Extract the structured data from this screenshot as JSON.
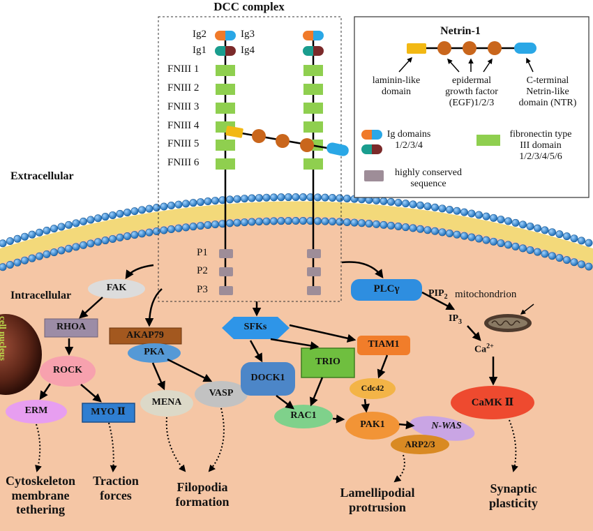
{
  "title": "DCC  complex",
  "regions": {
    "extracellular": "Extracellular",
    "intracellular": "Intracellular",
    "nucleus": "cell nucleus"
  },
  "dcc_labels": {
    "ig2": "Ig2",
    "ig3": "Ig3",
    "ig1": "Ig1",
    "ig4": "Ig4",
    "fn": [
      "FNIII 1",
      "FNIII 2",
      "FNIII 3",
      "FNIII 4",
      "FNIII 5",
      "FNIII 6"
    ],
    "p": [
      "P1",
      "P2",
      "P3"
    ]
  },
  "legend": {
    "netrin_title": "Netrin-1",
    "laminin": [
      "laminin-like",
      "domain"
    ],
    "egf": [
      "epidermal",
      "growth factor",
      "(EGF)1/2/3"
    ],
    "ntr": [
      "C-terminal",
      "Netrin-like",
      "domain (NTR)"
    ],
    "ig": [
      "Ig domains",
      "1/2/3/4"
    ],
    "fn": [
      "fibronectin type",
      "III domain",
      "1/2/3/4/5/6"
    ],
    "conserved": [
      "highly conserved",
      "sequence"
    ]
  },
  "nodes": {
    "fak": "FAK",
    "rhoa": "RHOA",
    "rock": "ROCK",
    "erm": "ERM",
    "myo": "MYO Ⅱ",
    "akap": "AKAP79",
    "pka": "PKA",
    "mena": "MENA",
    "vasp": "VASP",
    "sfks": "SFKs",
    "dock1": "DOCK1",
    "trio": "TRIO",
    "rac1": "RAC1",
    "tiam1": "TIAM1",
    "cdc42": "Cdc42",
    "pak1": "PAK1",
    "nwas": "N-WAS",
    "arp": "ARP2/3",
    "plc": "PLCγ",
    "pip2": "PIP",
    "pip2_sub": "2",
    "ip3": "IP",
    "ip3_sub": "3",
    "ca": "Ca",
    "ca_sup": "2+",
    "mito": "mitochondrion",
    "camk": "CaMK Ⅱ"
  },
  "outcomes": {
    "cyto": [
      "Cytoskeleton",
      "membrane",
      "tethering"
    ],
    "traction": [
      "Traction",
      "forces"
    ],
    "filopodia": [
      "Filopodia",
      "formation"
    ],
    "lamelli": [
      "Lamellipodial",
      "protrusion"
    ],
    "synaptic": [
      "Synaptic",
      "plasticity"
    ]
  },
  "colors": {
    "cytoplasm": "#f5c6a5",
    "lipid_head": "#3b8ed4",
    "lipid_tail": "#f3d97a",
    "fn_green": "#8fcf4f",
    "egf_brown": "#c9661c",
    "laminin_yellow": "#f2b813",
    "ntr_blue": "#2aa7e6",
    "ig_orange": "#f07a2a",
    "ig_teal": "#1a9d8e",
    "ig_maroon": "#7b2a2a",
    "conserved_gray": "#9e8d98"
  }
}
